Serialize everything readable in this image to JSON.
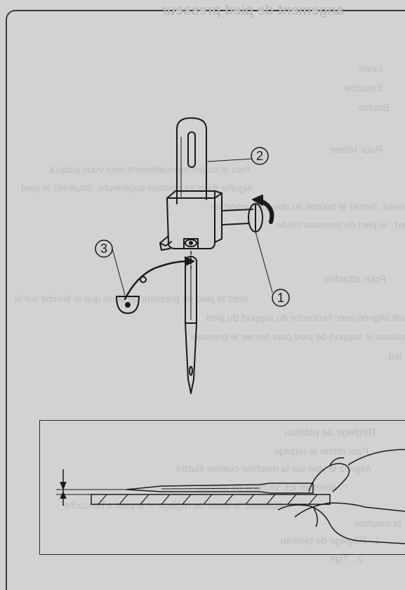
{
  "bleed_through": {
    "title": "angement de pied presseur",
    "lines": [
      "Lever",
      "Encoche",
      "Bouton",
      "Pour retirer",
      "rnez le volant manuellement vers vous jusqu'à",
      "aiguille dans sa position supérieure. Soulevez le pied",
      "presseur. Serrez le bouton au dos du support de",
      "ied : le pied de presseur chute.",
      "Pour attacher",
      "acez le pied de presseur de sorte que la broche sur le",
      "ied soit alignée avec l'encoche du support du pied.",
      "baissez le support de pied pour fermer le presseur",
      "ied.",
      "Réglage de plateau",
      "Pour retirer le réglage",
      "Alignez la voie sur la machine comme illustré",
      "abaisser les sections de plateau",
      "Abaissez le levier de réglage et le pied à l'encoche",
      "la machine.",
      "1 : Réglage de plateau",
      "2 : Tige"
    ]
  },
  "callouts": [
    {
      "id": "callout-1",
      "label": "1"
    },
    {
      "id": "callout-2",
      "label": "2"
    },
    {
      "id": "callout-3",
      "label": "3"
    }
  ]
}
